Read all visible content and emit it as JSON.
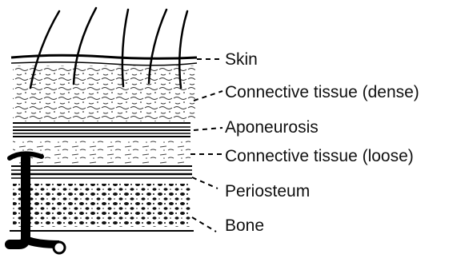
{
  "labels": {
    "skin": "Skin",
    "connective_dense": "Connective tissue (dense)",
    "aponeurosis": "Aponeurosis",
    "connective_loose": "Connective tissue (loose)",
    "periosteum": "Periosteum",
    "bone": "Bone"
  }
}
